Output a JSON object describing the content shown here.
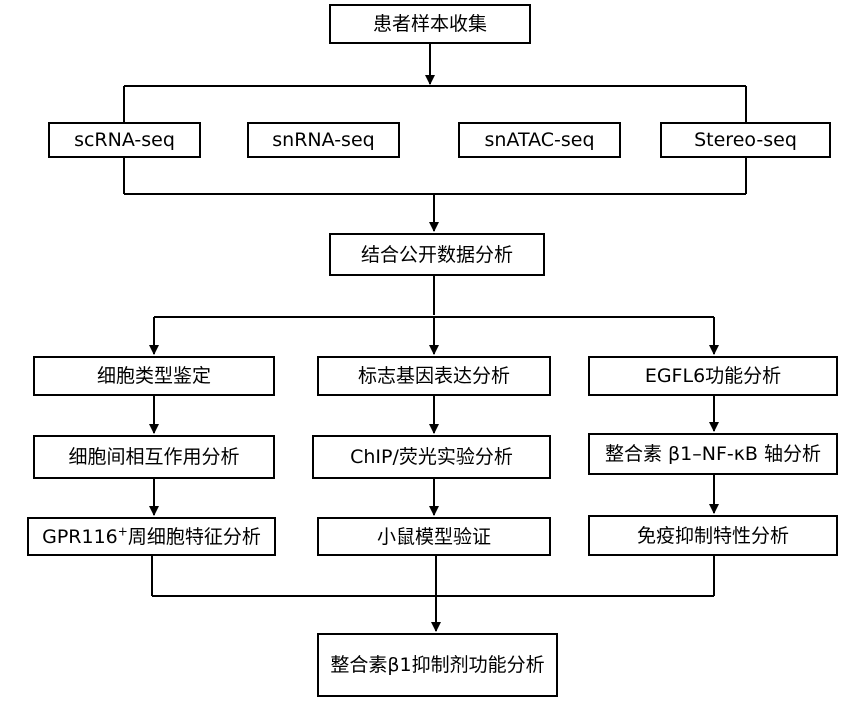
{
  "top": {
    "label": "患者样本收集"
  },
  "methods": [
    "scRNA-seq",
    "snRNA-seq",
    "snATAC-seq",
    "Stereo-seq"
  ],
  "integrate": {
    "label": "结合公开数据分析"
  },
  "col1": [
    "细胞类型鉴定",
    "细胞间相互作用分析"
  ],
  "col1_last": {
    "pre": "GPR116",
    "sup": "+",
    "post": "周细胞特征分析"
  },
  "col2": [
    "标志基因表达分析",
    "ChIP/荧光实验分析",
    "小鼠模型验证"
  ],
  "col3": [
    "EGFL6功能分析",
    "整合素 β1–NF-κB 轴分析",
    "免疫抑制特性分析"
  ],
  "final": {
    "label": "整合素β1抑制剂功能分析"
  }
}
